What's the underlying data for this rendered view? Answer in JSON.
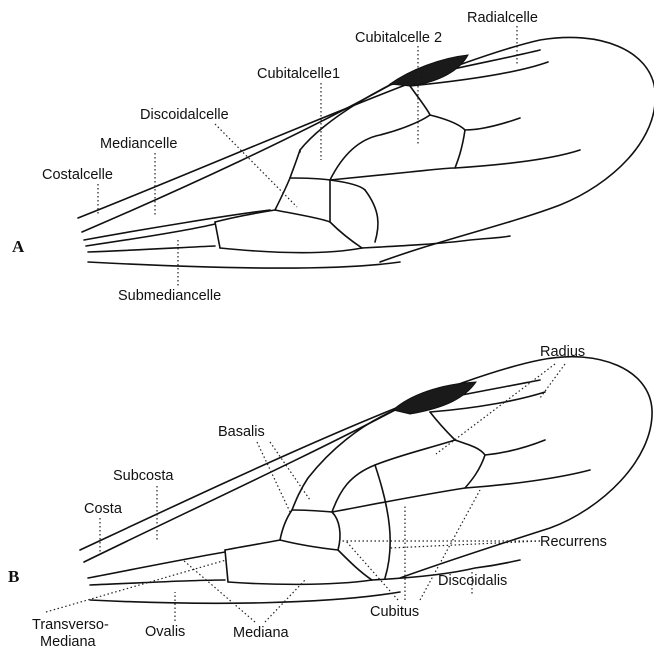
{
  "panel_a": {
    "letter": "A",
    "labels": {
      "radialcelle": "Radialcelle",
      "cubitalcelle2": "Cubitalcelle 2",
      "cubitalcelle1": "Cubitalcelle1",
      "discoidalcelle": "Discoidalcelle",
      "mediancelle": "Mediancelle",
      "costalcelle": "Costalcelle",
      "submediancelle": "Submediancelle"
    }
  },
  "panel_b": {
    "letter": "B",
    "labels": {
      "radius": "Radius",
      "basalis": "Basalis",
      "subcosta": "Subcosta",
      "costa": "Costa",
      "recurrens": "Recurrens",
      "discoidalis": "Discoidalis",
      "cubitus": "Cubitus",
      "mediana": "Mediana",
      "ovalis": "Ovalis",
      "transverso_line1": "Transverso-",
      "transverso_line2": "Mediana"
    }
  }
}
